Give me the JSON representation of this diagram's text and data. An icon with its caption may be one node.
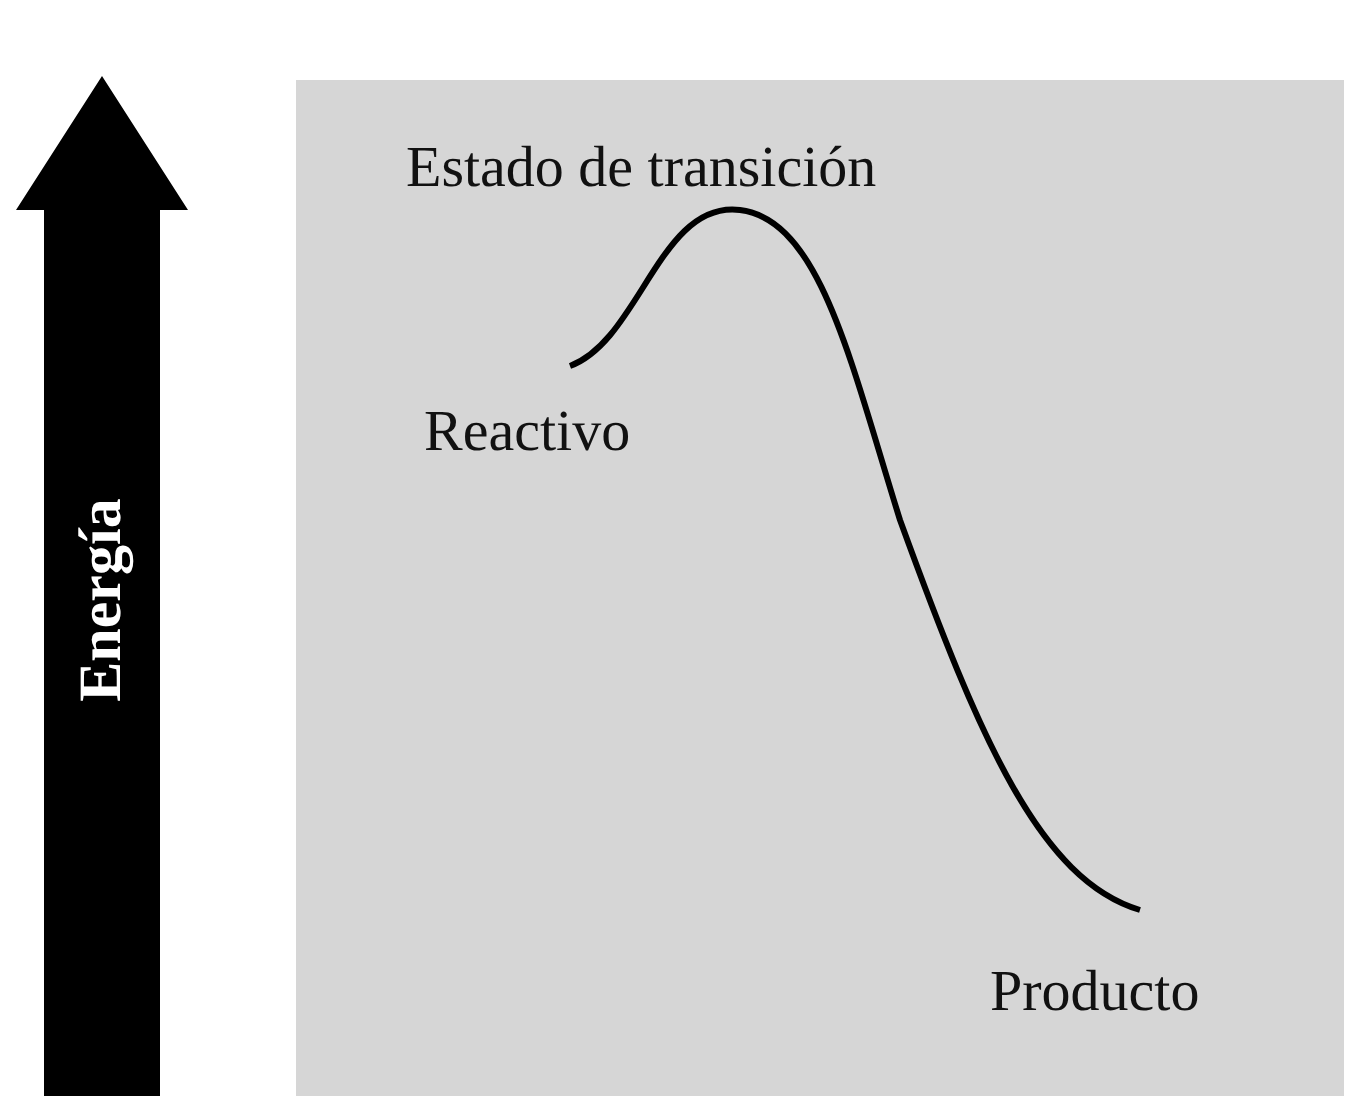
{
  "diagram": {
    "labels": [
      "Energía",
      "Estado de transición",
      "Reactivo",
      "Producto"
    ]
  }
}
